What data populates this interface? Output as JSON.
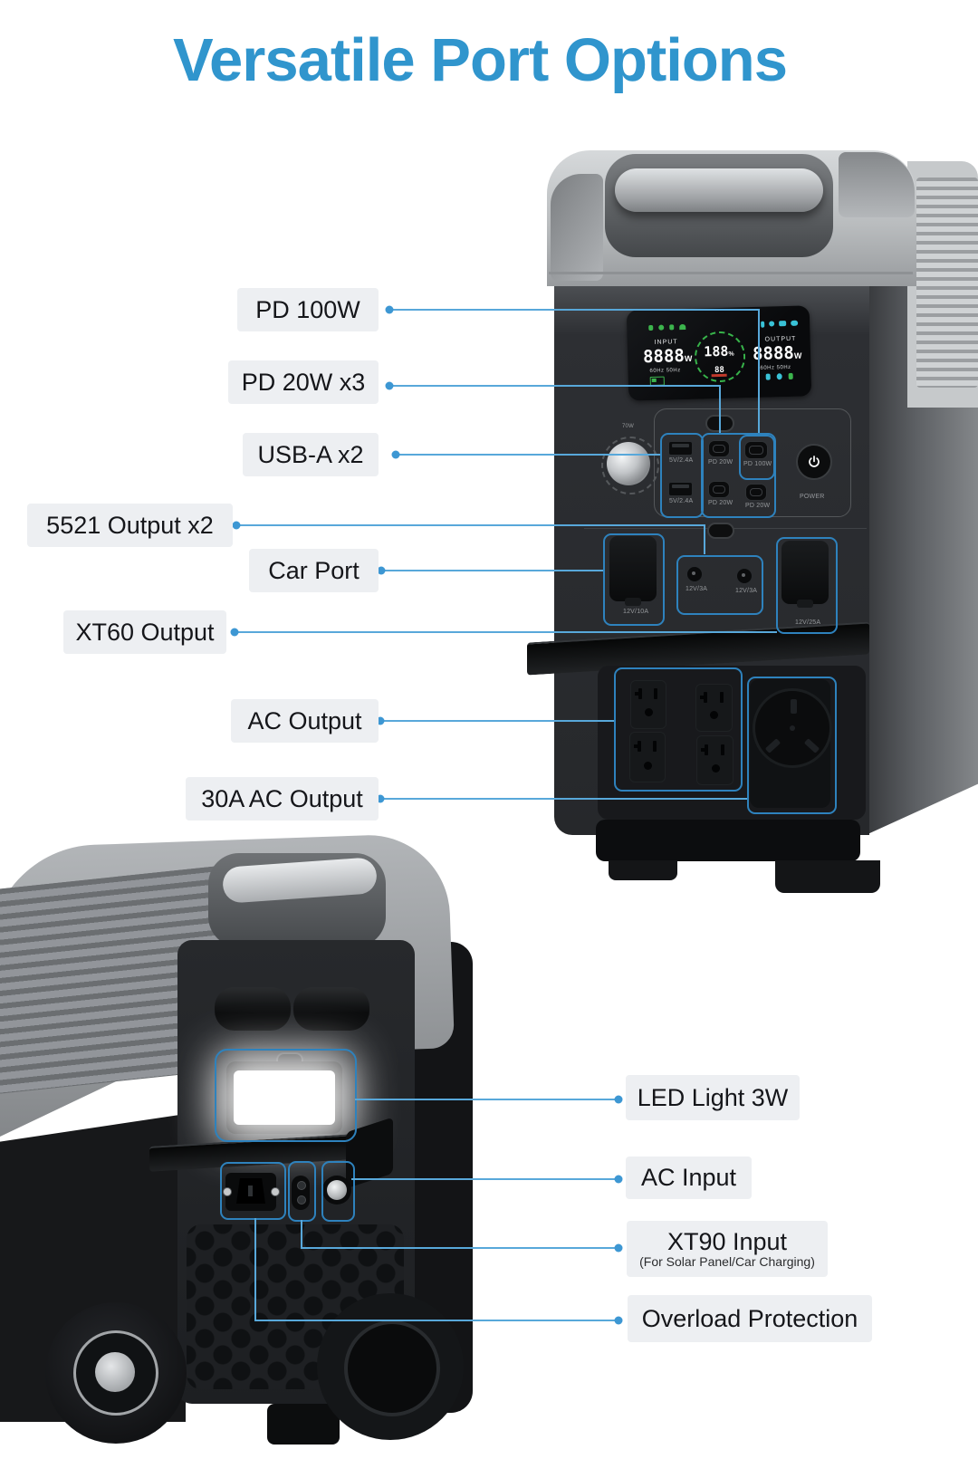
{
  "title": "Versatile Port Options",
  "callouts": {
    "left": [
      {
        "label": "PD 100W"
      },
      {
        "label": "PD 20W x3"
      },
      {
        "label": "USB-A x2"
      },
      {
        "label": "5521 Output x2"
      },
      {
        "label": "Car Port"
      },
      {
        "label": "XT60 Output"
      },
      {
        "label": "AC Output"
      },
      {
        "label": "30A AC Output"
      }
    ],
    "right": [
      {
        "label": "LED Light 3W"
      },
      {
        "label": "AC Input"
      },
      {
        "label": "XT90 Input",
        "sub": "(For Solar Panel/Car Charging)"
      },
      {
        "label": "Overload Protection"
      }
    ]
  },
  "device": {
    "knob_label": "70W",
    "power_label": "POWER",
    "usb_a_labels": [
      "5V/2.4A",
      "5V/2.4A"
    ],
    "usb_c_labels": [
      "PD 20W",
      "PD 100W",
      "PD 20W",
      "PD 20W"
    ],
    "car_port_label": "12V/10A",
    "dc5521_labels": [
      "12V/3A",
      "12V/3A"
    ],
    "xt60_label": "12V/25A",
    "display": {
      "input_label": "INPUT",
      "input_value": "8888",
      "input_unit": "W",
      "input_freq": "60Hz 50Hz",
      "percent_value": "188",
      "percent_unit": "%",
      "sub_value": "88",
      "output_label": "OUTPUT",
      "output_value": "8888",
      "output_unit": "W",
      "output_freq": "60Hz 50Hz"
    }
  },
  "colors": {
    "title_blue": "#3095cd",
    "leader_line_blue": "#58a8da",
    "highlight_outline_blue": "#2e82bd",
    "label_chip_gray": "#edeff2",
    "gauge_green": "#37b34a"
  }
}
